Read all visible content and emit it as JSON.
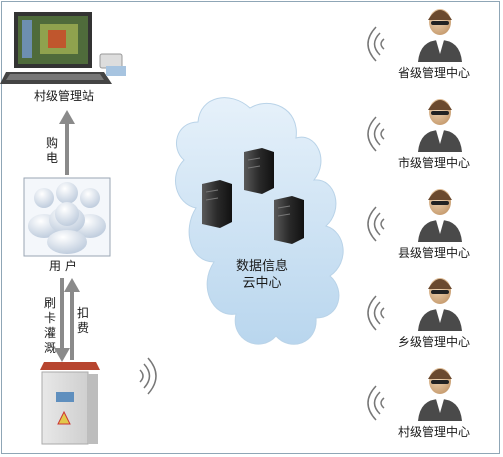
{
  "village_station": {
    "label": "村级管理站"
  },
  "user_group": {
    "label": "用  户"
  },
  "arrows": {
    "buy_power": "购电",
    "swipe_irrigate": "刷卡灌溉",
    "deduct_fee": "扣费"
  },
  "cloud": {
    "line1": "数据信息",
    "line2": "云中心"
  },
  "centers": [
    {
      "label": "省级管理中心"
    },
    {
      "label": "市级管理中心"
    },
    {
      "label": "县级管理中心"
    },
    {
      "label": "乡级管理中心"
    },
    {
      "label": "村级管理中心"
    }
  ],
  "colors": {
    "frame": "#8fa6b6",
    "cloud": "#c7dff1",
    "arrow": "#8a8a8a",
    "person_shirt": "#4a4a4a"
  }
}
